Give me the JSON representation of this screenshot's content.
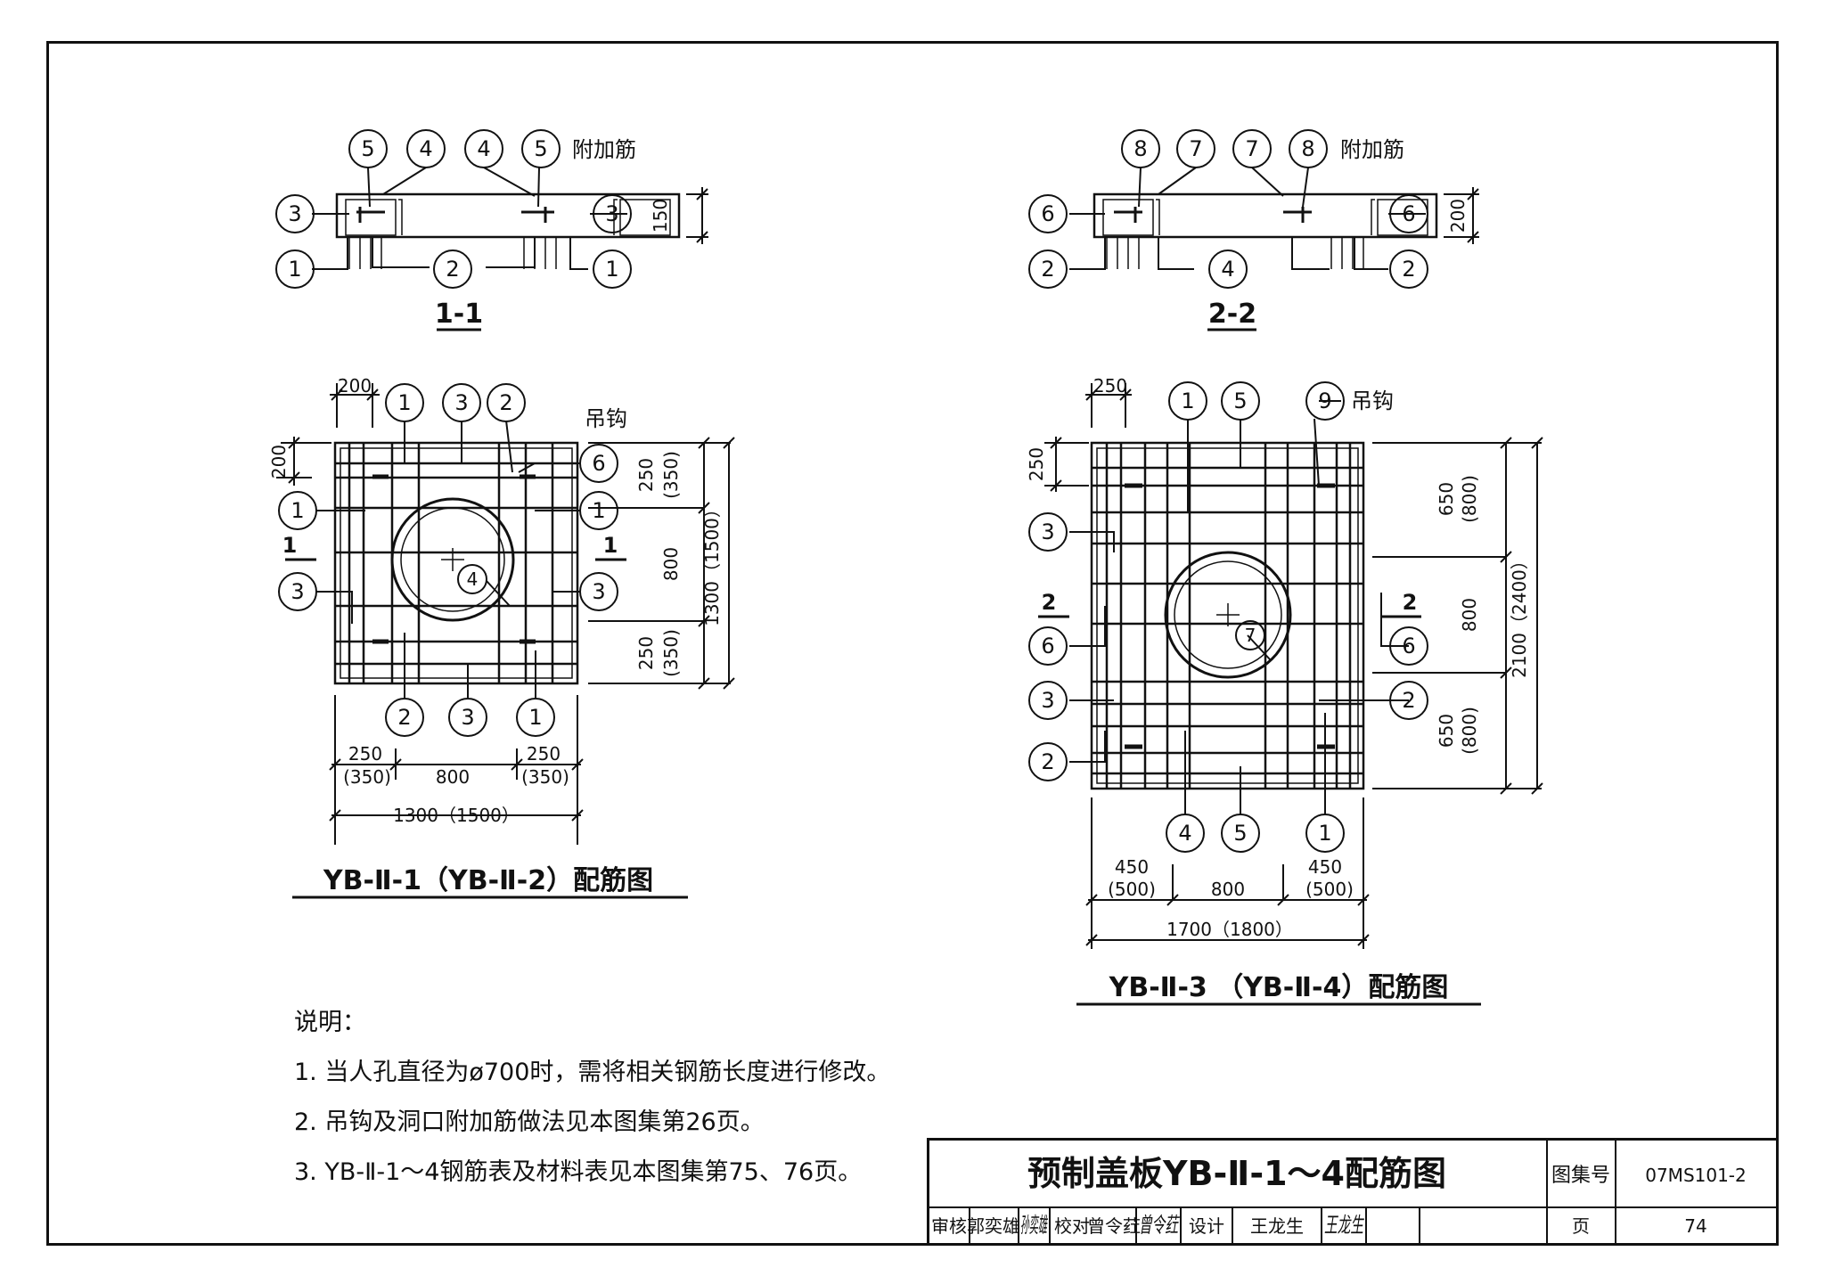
{
  "section_1_1": {
    "labels": {
      "c5a": "5",
      "c4a": "4",
      "c4b": "4",
      "c5b": "5",
      "c3a": "3",
      "c3b": "3",
      "c1a": "1",
      "c2": "2",
      "c1b": "1"
    },
    "extra_label": "附加筋",
    "dim": "150",
    "title": "1-1"
  },
  "section_2_2": {
    "labels": {
      "c8a": "8",
      "c7a": "7",
      "c7b": "7",
      "c8b": "8",
      "c6a": "6",
      "c6b": "6",
      "c2a": "2",
      "c4": "4",
      "c2b": "2"
    },
    "extra_label": "附加筋",
    "dim": "200",
    "title": "2-2"
  },
  "plan_1": {
    "labels": {
      "t1": "1",
      "t3": "3",
      "t2": "2",
      "r6": "6",
      "l1": "1",
      "r1": "1",
      "l3": "3",
      "r3": "3",
      "mid4": "4",
      "b2": "2",
      "b3": "3",
      "b1": "1"
    },
    "hook_label": "吊钩",
    "dims": {
      "top_w": "200",
      "left_h": "200",
      "r_top": "250",
      "r_top_alt": "(350)",
      "r_mid": "800",
      "r_total": "1300（1500）",
      "r_bot": "250",
      "r_bot_alt": "(350)",
      "b_left": "250",
      "b_left_alt": "(350)",
      "b_mid": "800",
      "b_right": "250",
      "b_right_alt": "(350)",
      "b_total": "1300（1500）"
    },
    "cut_mark": "1",
    "title": "YB-Ⅱ-1（YB-Ⅱ-2）配筋图"
  },
  "plan_2": {
    "labels": {
      "t1": "1",
      "t5": "5",
      "t9": "9",
      "l3a": "3",
      "l6": "6",
      "l3b": "3",
      "l2": "2",
      "r6": "6",
      "r2": "2",
      "mid7": "7",
      "b4": "4",
      "b5": "5",
      "b1": "1"
    },
    "hook_label": "吊钩",
    "dims": {
      "top_w": "250",
      "left_h": "250",
      "r_top": "650",
      "r_top_alt": "(800)",
      "r_mid": "800",
      "r_total": "2100（2400）",
      "r_bot": "650",
      "r_bot_alt": "(800)",
      "b_left": "450",
      "b_left_alt": "(500)",
      "b_mid": "800",
      "b_right": "450",
      "b_right_alt": "(500)",
      "b_total": "1700（1800）"
    },
    "cut_mark": "2",
    "title": "YB-Ⅱ-3 （YB-Ⅱ-4）配筋图"
  },
  "notes": {
    "heading": "说明：",
    "items": [
      "1. 当人孔直径为ø700时，需将相关钢筋长度进行修改。",
      "2. 吊钩及洞口附加筋做法见本图集第26页。",
      "3. YB-Ⅱ-1～4钢筋表及材料表见本图集第75、76页。"
    ]
  },
  "title_block": {
    "title": "预制盖板YB-Ⅱ-1～4配筋图",
    "atlas_label": "图集号",
    "atlas_no": "07MS101-2",
    "review_label": "审核",
    "reviewer": "郭奕雄",
    "reviewer_sig": "孙奕雄",
    "check_label": "校对",
    "checker": "曾令荭",
    "checker_sig": "曾令荭",
    "design_label": "设计",
    "designer": "王龙生",
    "designer_sig": "王龙生",
    "page_label": "页",
    "page_no": "74"
  }
}
